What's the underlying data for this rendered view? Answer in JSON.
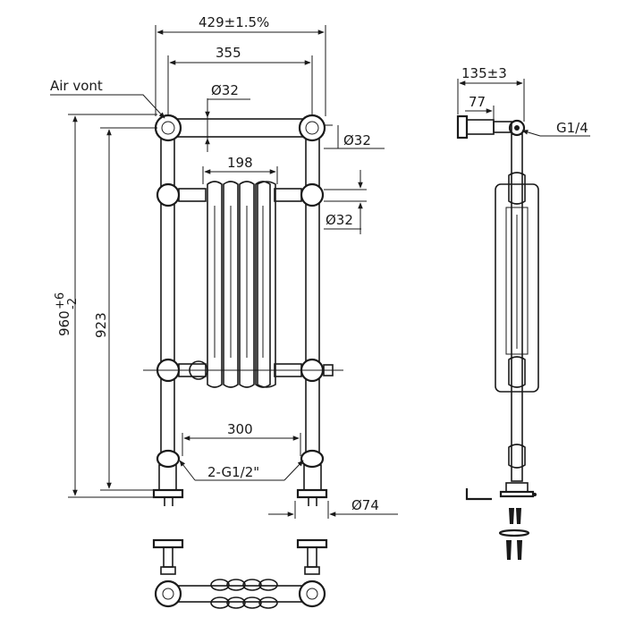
{
  "labels": {
    "air_vent": "Air vont",
    "overall_width": "429±1.5%",
    "pipe_centres": "355",
    "top_rail_dia": "Ø32",
    "rail_dia_right": "Ø32",
    "column_width": "198",
    "lower_rail_dia": "Ø32",
    "overall_height_main": "960",
    "overall_height_tol_plus": "+6",
    "overall_height_tol_minus": "-2",
    "inner_height": "923",
    "valve_centres": "300",
    "valve_thread": "2-G1/2\"",
    "foot_dia": "Ø74",
    "side_depth": "135±3",
    "side_offset": "77",
    "vent_thread": "G1/4"
  }
}
